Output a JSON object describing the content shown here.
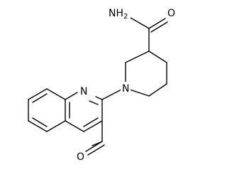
{
  "molecule": {
    "atoms": {
      "amide_n": "NH",
      "amide_n_subscript": "2",
      "amide_o": "O",
      "piperidine_n": "N",
      "quinoline_n": "N",
      "aldehyde_o": "O"
    }
  },
  "colors": {
    "bond": "#000000",
    "text": "#000000",
    "background": "#ffffff"
  }
}
